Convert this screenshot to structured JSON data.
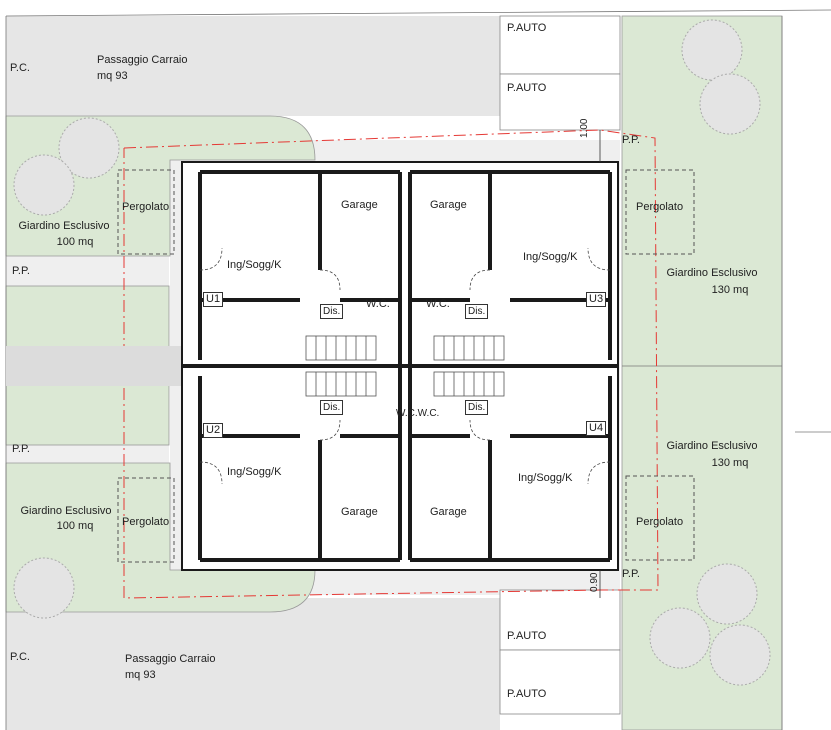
{
  "site": {
    "driveway_top": {
      "name": "Passaggio Carraio",
      "area": "mq 93"
    },
    "driveway_bottom": {
      "name": "Passaggio Carraio",
      "area": "mq 93"
    },
    "garden_top_left": {
      "name": "Giardino Esclusivo",
      "area": "100 mq"
    },
    "garden_bottom_left": {
      "name": "Giardino Esclusivo",
      "area": "100 mq"
    },
    "garden_right_top": {
      "name": "Giardino Esclusivo",
      "area": "130 mq"
    },
    "garden_right_bottom": {
      "name": "Giardino Esclusivo",
      "area": "130 mq"
    },
    "pc_label": "P.C.",
    "pp_label": "P.P.",
    "parking_label": "P.AUTO",
    "dim_top": "1.00",
    "dim_bottom": "0.90"
  },
  "units": {
    "u1": "U1",
    "u2": "U2",
    "u3": "U3",
    "u4": "U4"
  },
  "rooms": {
    "living": "Ing/Sogg/K",
    "garage": "Garage",
    "wc": "W.C.",
    "dis": "Dis.",
    "pergola": "Pergolato",
    "wc_pair": "W.C.W.C."
  },
  "colors": {
    "garden": "#dbe8d4",
    "paving": "#e6e6e6",
    "wall": "#1a1a1a",
    "boundary_dash": "#e53935"
  }
}
